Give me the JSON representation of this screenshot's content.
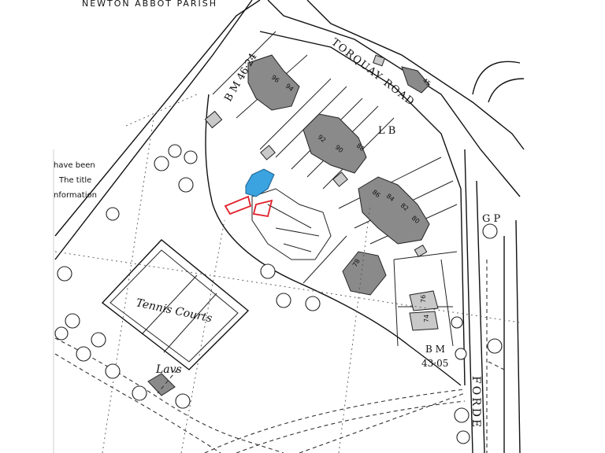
{
  "map": {
    "parish_label": "NEWTON ABBOT PARISH",
    "road_label": "TORQUAY ROAD",
    "forde_label": "FORDE",
    "gp_label": "G P",
    "lb_label": "L B",
    "bm_top": "B M 46·24",
    "bm_bottom_1": "B M",
    "bm_bottom_2": "43·05",
    "tennis_label": "Tennis Courts",
    "lavs_label": "Lavs",
    "note_lines": [
      "have been",
      "The title",
      "nformation"
    ],
    "house_numbers": [
      "45",
      "96",
      "94",
      "92",
      "90",
      "88",
      "86",
      "84",
      "82",
      "80",
      "78",
      "76",
      "74"
    ],
    "highlight_colors": {
      "plot_fill": "#3aa3e0",
      "boundary": "#e0202a"
    }
  }
}
